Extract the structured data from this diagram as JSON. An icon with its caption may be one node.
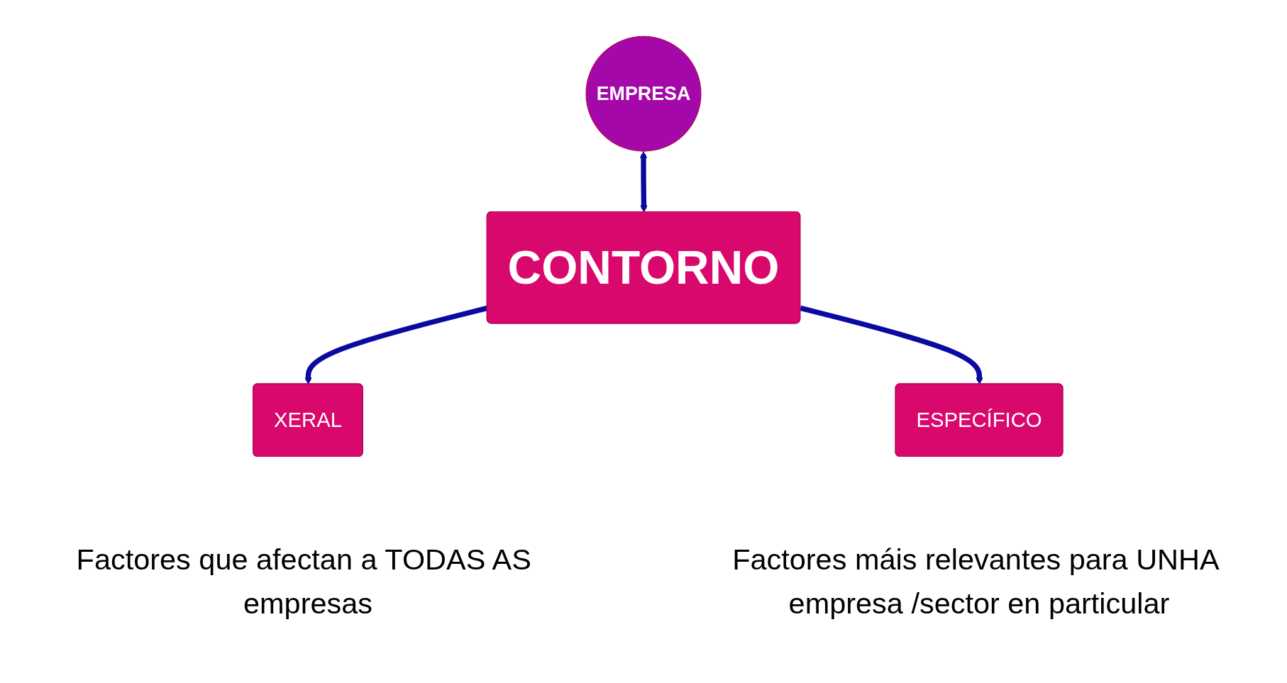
{
  "diagram": {
    "nodes": [
      {
        "text": [
          "EMPRESA"
        ]
      },
      {
        "text": [
          "CONTORNO"
        ]
      },
      {
        "text": [
          "XERAL"
        ],
        "beside": [
          "Factores que afectan a TODAS AS empresas"
        ]
      },
      {
        "text": [
          "ESPECÍFICO"
        ],
        "beside": [
          "Factores máis relevantes para UNHA empresa /sector en particular"
        ]
      }
    ],
    "edges": [
      {
        "from": 0,
        "to": 1,
        "arrow": "both"
      },
      {
        "from": 1,
        "to": 2,
        "arrow": "to"
      },
      {
        "from": 1,
        "to": 3,
        "arrow": "to"
      }
    ]
  }
}
